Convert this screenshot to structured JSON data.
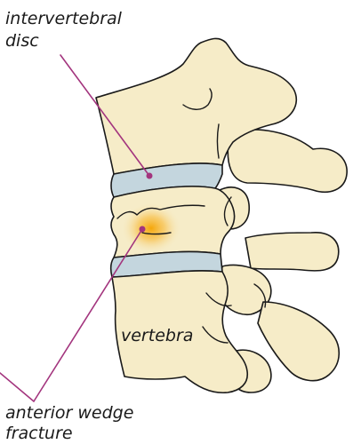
{
  "labels": {
    "disc_line1": "intervertebral",
    "disc_line2": "disc",
    "vertebra": "vertebra",
    "fracture_line1": "anterior wedge",
    "fracture_line2": "fracture"
  },
  "colors": {
    "bone_fill": "#f6ecc8",
    "outline": "#1a1a1a",
    "disc_fill": "#c4d6de",
    "leader": "#a3357e",
    "glow_center": "#f6a800",
    "glow_edge": "#f6ecc8"
  }
}
